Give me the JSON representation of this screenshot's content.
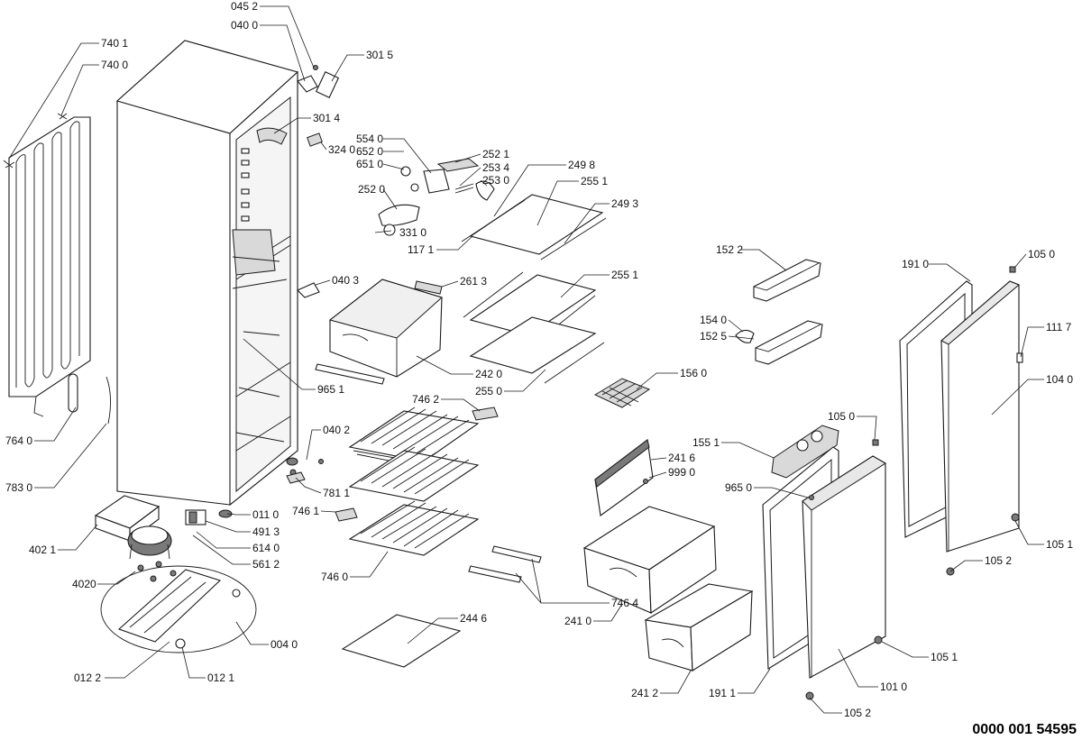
{
  "labels": [
    {
      "id": "l-045-2",
      "text": "045 2"
    },
    {
      "id": "l-040-0",
      "text": "040 0"
    },
    {
      "id": "l-740-1",
      "text": "740 1"
    },
    {
      "id": "l-740-0",
      "text": "740 0"
    },
    {
      "id": "l-301-5",
      "text": "301 5"
    },
    {
      "id": "l-301-4",
      "text": "301 4"
    },
    {
      "id": "l-324-0",
      "text": "324 0"
    },
    {
      "id": "l-554-0",
      "text": "554 0"
    },
    {
      "id": "l-652-0",
      "text": "652 0"
    },
    {
      "id": "l-651-0",
      "text": "651 0"
    },
    {
      "id": "l-252-1",
      "text": "252 1"
    },
    {
      "id": "l-253-4",
      "text": "253 4"
    },
    {
      "id": "l-253-0",
      "text": "253 0"
    },
    {
      "id": "l-249-8",
      "text": "249 8"
    },
    {
      "id": "l-252-0",
      "text": "252 0"
    },
    {
      "id": "l-255-1a",
      "text": "255 1"
    },
    {
      "id": "l-249-3",
      "text": "249 3"
    },
    {
      "id": "l-331-0",
      "text": "331 0"
    },
    {
      "id": "l-117-1",
      "text": "117 1"
    },
    {
      "id": "l-152-2",
      "text": "152 2"
    },
    {
      "id": "l-191-0",
      "text": "191 0"
    },
    {
      "id": "l-105-0a",
      "text": "105 0"
    },
    {
      "id": "l-040-3",
      "text": "040 3"
    },
    {
      "id": "l-261-3",
      "text": "261 3"
    },
    {
      "id": "l-255-1b",
      "text": "255 1"
    },
    {
      "id": "l-154-0",
      "text": "154 0"
    },
    {
      "id": "l-152-5",
      "text": "152 5"
    },
    {
      "id": "l-111-7",
      "text": "111 7"
    },
    {
      "id": "l-242-0",
      "text": "242 0"
    },
    {
      "id": "l-965-1",
      "text": "965 1"
    },
    {
      "id": "l-255-0",
      "text": "255 0"
    },
    {
      "id": "l-156-0",
      "text": "156 0"
    },
    {
      "id": "l-104-0",
      "text": "104 0"
    },
    {
      "id": "l-746-2",
      "text": "746 2"
    },
    {
      "id": "l-105-0b",
      "text": "105 0"
    },
    {
      "id": "l-764-0",
      "text": "764 0"
    },
    {
      "id": "l-040-2",
      "text": "040 2"
    },
    {
      "id": "l-155-1",
      "text": "155 1"
    },
    {
      "id": "l-241-6",
      "text": "241 6"
    },
    {
      "id": "l-999-0",
      "text": "999 0"
    },
    {
      "id": "l-965-0",
      "text": "965 0"
    },
    {
      "id": "l-783-0",
      "text": "783 0"
    },
    {
      "id": "l-781-1",
      "text": "781 1"
    },
    {
      "id": "l-011-0",
      "text": "011 0"
    },
    {
      "id": "l-746-1",
      "text": "746 1"
    },
    {
      "id": "l-491-3",
      "text": "491 3"
    },
    {
      "id": "l-402-1",
      "text": "402 1"
    },
    {
      "id": "l-614-0",
      "text": "614 0"
    },
    {
      "id": "l-105-1a",
      "text": "105 1"
    },
    {
      "id": "l-561-2",
      "text": "561 2"
    },
    {
      "id": "l-746-0",
      "text": "746 0"
    },
    {
      "id": "l-105-2a",
      "text": "105 2"
    },
    {
      "id": "l-4020",
      "text": "4020"
    },
    {
      "id": "l-746-4",
      "text": "746 4"
    },
    {
      "id": "l-241-0",
      "text": "241 0"
    },
    {
      "id": "l-244-6",
      "text": "244 6"
    },
    {
      "id": "l-004-0",
      "text": "004 0"
    },
    {
      "id": "l-105-1b",
      "text": "105 1"
    },
    {
      "id": "l-012-2",
      "text": "012 2"
    },
    {
      "id": "l-012-1",
      "text": "012 1"
    },
    {
      "id": "l-241-2",
      "text": "241 2"
    },
    {
      "id": "l-191-1",
      "text": "191 1"
    },
    {
      "id": "l-101-0",
      "text": "101 0"
    },
    {
      "id": "l-105-2b",
      "text": "105 2"
    }
  ],
  "drawing_code": "0000 001 54595"
}
